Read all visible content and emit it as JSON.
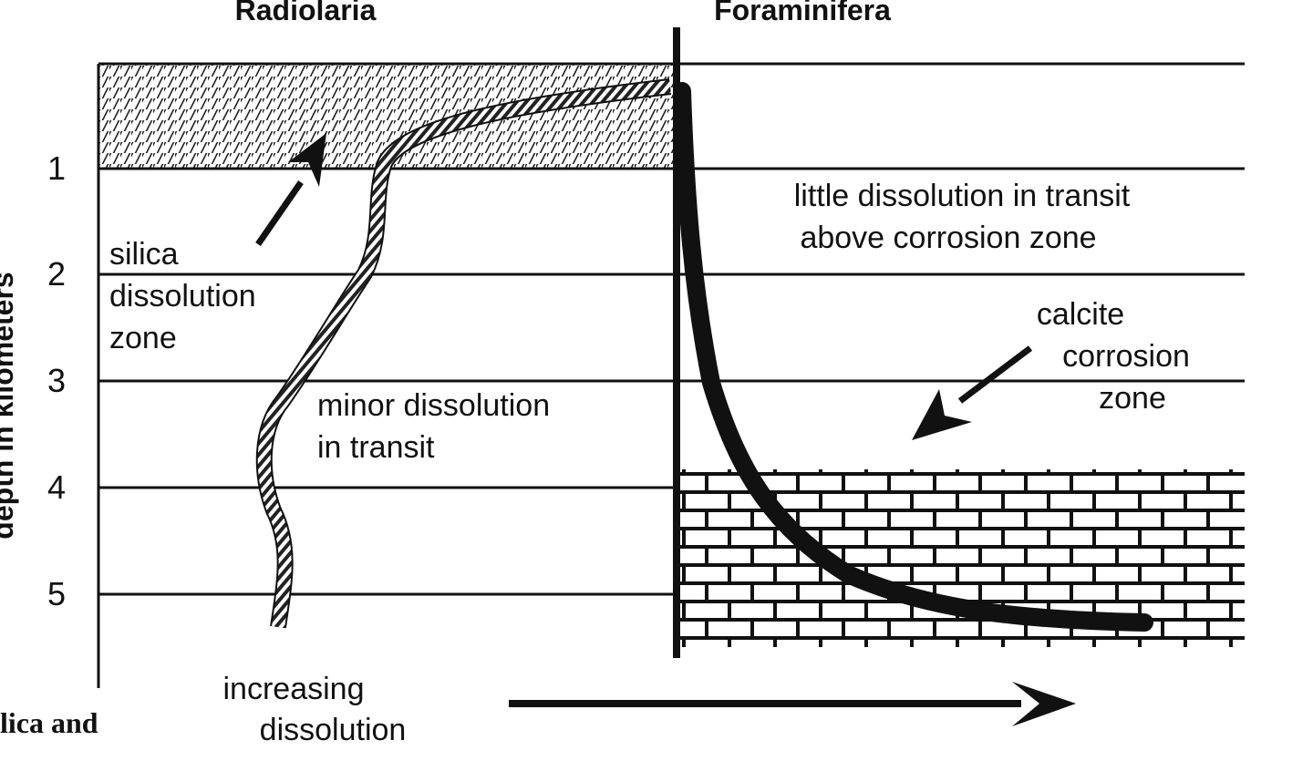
{
  "headers": {
    "left": "Radiolaria",
    "right": "Foraminifera"
  },
  "y_axis": {
    "label": "depth in kilometers",
    "ticks": [
      "1",
      "2",
      "3",
      "4",
      "5"
    ]
  },
  "annotations": {
    "silica_zone": [
      "silica",
      "dissolution",
      "zone"
    ],
    "minor_dissolution": [
      "minor dissolution",
      "in transit"
    ],
    "little_dissolution": [
      "little dissolution in transit",
      "above corrosion zone"
    ],
    "calcite_zone": [
      "calcite",
      "corrosion",
      "zone"
    ],
    "increasing_dissolution": [
      "increasing",
      "dissolution"
    ]
  },
  "footer_fragment": "lica and",
  "zones": {
    "silica_dissolution_zone_fill": "diagonal-hatch",
    "calcite_corrosion_zone_fill": "brick-pattern"
  },
  "colors": {
    "ink": "#111111",
    "background": "#ffffff"
  }
}
